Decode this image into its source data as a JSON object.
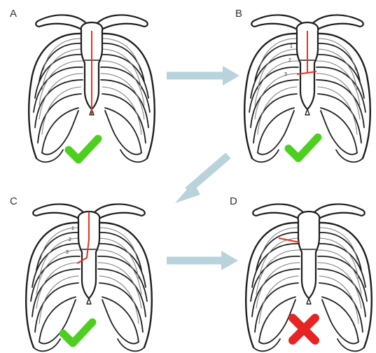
{
  "colors": {
    "outline": "#1e1e1e",
    "incision": "#e8321e",
    "check": "#4ccf1f",
    "cross": "#e62424",
    "arrow": "#b9d3dc"
  },
  "panels": [
    {
      "label": "A",
      "incision": "full-median",
      "rib_numbers": [],
      "result_icon": "check-icon"
    },
    {
      "label": "B",
      "incision": "upper-partial-to-right",
      "rib_numbers": [
        "1",
        "2",
        "3"
      ],
      "result_icon": "check-icon"
    },
    {
      "label": "C",
      "incision": "upper-partial-to-left",
      "rib_numbers": [
        "1",
        "2",
        "3"
      ],
      "result_icon": "check-icon"
    },
    {
      "label": "D",
      "incision": "lateral-oblique",
      "rib_numbers": [],
      "result_icon": "cross-icon"
    }
  ],
  "arrows": [
    "right-arrow-icon",
    "down-left-arrow-icon",
    "right-arrow-icon"
  ]
}
